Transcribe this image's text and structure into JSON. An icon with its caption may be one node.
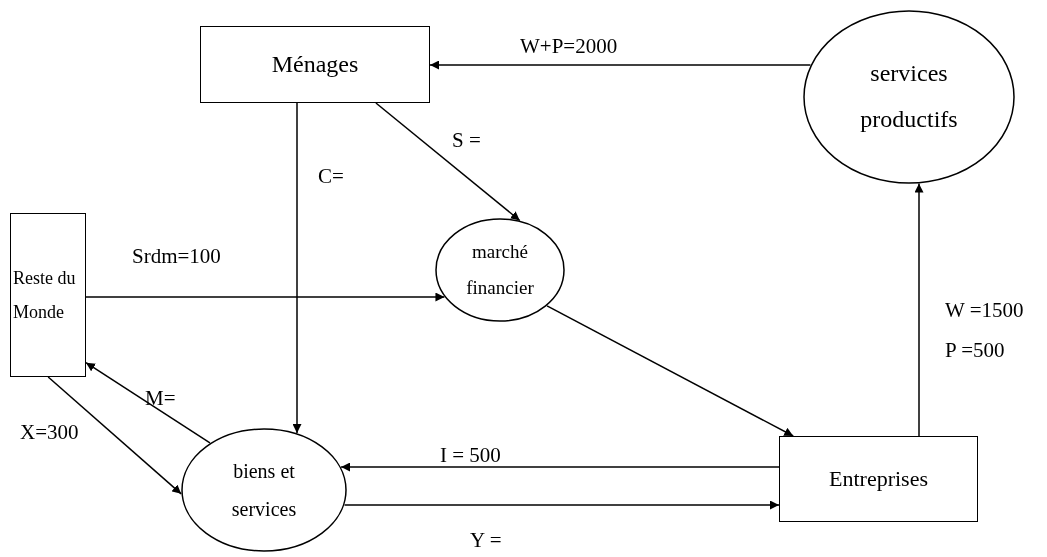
{
  "diagram": {
    "nodes": [
      {
        "text": [
          "Ménages"
        ]
      },
      {
        "text": [
          "services productifs"
        ]
      },
      {
        "text": [
          "Reste du Monde"
        ]
      },
      {
        "text": [
          "marché financier"
        ]
      },
      {
        "text": [
          "biens et services"
        ]
      },
      {
        "text": [
          "Entreprises"
        ]
      }
    ],
    "edges": [
      {
        "from": 1,
        "to": 0,
        "arrow": "to",
        "label": "W+P=2000"
      },
      {
        "from": 0,
        "to": 4,
        "arrow": "to",
        "label": "C="
      },
      {
        "from": 0,
        "to": 3,
        "arrow": "to",
        "label": "S ="
      },
      {
        "from": 2,
        "to": 3,
        "arrow": "to",
        "label": "Srdm=100"
      },
      {
        "from": 4,
        "to": 2,
        "arrow": "to",
        "label": "M="
      },
      {
        "from": 2,
        "to": 4,
        "arrow": "to",
        "label": "X=300"
      },
      {
        "from": 3,
        "to": 5,
        "arrow": "to"
      },
      {
        "from": 5,
        "to": 4,
        "arrow": "to",
        "label": "I = 500"
      },
      {
        "from": 4,
        "to": 5,
        "arrow": "to",
        "label": "Y ="
      },
      {
        "from": 5,
        "to": 1,
        "arrow": "to",
        "label": "W =1500 P =500"
      }
    ]
  }
}
